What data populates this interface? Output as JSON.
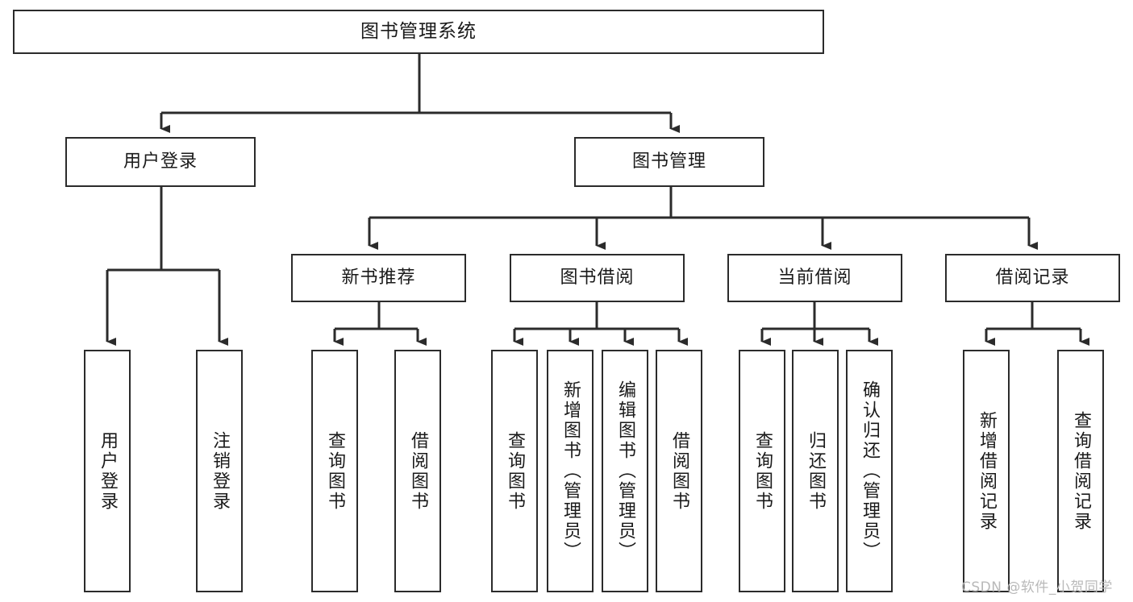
{
  "diagram": {
    "title": "图书管理系统",
    "type": "tree-structure-chart",
    "root": {
      "label": "图书管理系统"
    },
    "tier1": [
      {
        "label": "用户登录"
      },
      {
        "label": "图书管理"
      }
    ],
    "tier2": [
      {
        "label": "新书推荐"
      },
      {
        "label": "图书借阅"
      },
      {
        "label": "当前借阅"
      },
      {
        "label": "借阅记录"
      }
    ],
    "leaves": {
      "user_login": [
        {
          "label": "用户登录"
        },
        {
          "label": "注销登录"
        }
      ],
      "new_book_recommend": [
        {
          "label": "查询图书"
        },
        {
          "label": "借阅图书"
        }
      ],
      "book_borrow": [
        {
          "label": "查询图书"
        },
        {
          "label": "新增图书（管理员）"
        },
        {
          "label": "编辑图书（管理员）"
        },
        {
          "label": "借阅图书"
        }
      ],
      "current_borrow": [
        {
          "label": "查询图书"
        },
        {
          "label": "归还图书"
        },
        {
          "label": "确认归还（管理员）"
        }
      ],
      "borrow_record": [
        {
          "label": "新增借阅记录"
        },
        {
          "label": "查询借阅记录"
        }
      ]
    }
  },
  "watermark": {
    "text": "CSDN @软件_小贺同学"
  },
  "colors": {
    "background": "#ffffff",
    "box_border": "#2b2b2b",
    "box_fill": "#ffffff",
    "connector": "#2b2b2b",
    "text": "#1a1a1a",
    "watermark": "#b9b9b9"
  }
}
